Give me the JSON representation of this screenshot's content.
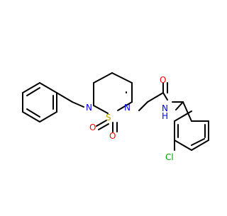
{
  "molecule": {
    "atom_labels": {
      "n_ring_left": "N",
      "n_ring_right": "N",
      "sulfur": "S",
      "sulfonyl_o1": "O",
      "sulfonyl_o2": "O",
      "carbonyl_o": "O",
      "amide_n": "N",
      "amide_h": "H",
      "chlorine": "Cl"
    },
    "colors": {
      "bond": "#000000",
      "nitrogen": "#0000ff",
      "oxygen": "#ff0000",
      "sulfur": "#c8a000",
      "chlorine": "#00a000"
    }
  }
}
